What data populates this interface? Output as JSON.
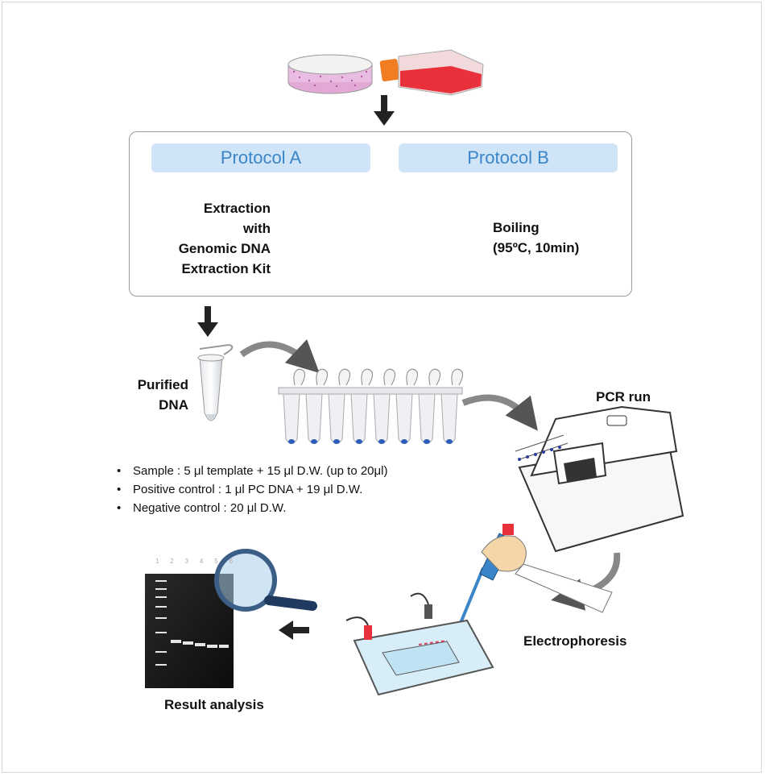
{
  "protocol_a": {
    "title": "Protocol A",
    "method_lines": [
      "Extraction",
      "with",
      "Genomic DNA",
      "Extraction Kit"
    ]
  },
  "protocol_b": {
    "title": "Protocol B",
    "method_lines": [
      "Boiling",
      "(95ºC, 10min)"
    ]
  },
  "purified_dna": [
    "Purified",
    "DNA"
  ],
  "pcr_label": "PCR run",
  "reaction_setup": [
    "Sample : 5 μl template + 15 μl D.W. (up to 20μl)",
    "Positive control : 1 μl PC DNA + 19 μl D.W.",
    "Negative control : 20 μl D.W."
  ],
  "electrophoresis_label": "Electrophoresis",
  "result_label": "Result analysis",
  "gel_lane_numbers": [
    "1",
    "2",
    "3",
    "4",
    "5",
    "6"
  ],
  "colors": {
    "header_bg": "#cfe4f6",
    "header_text": "#3a86c8",
    "culture_red": "#e8313a",
    "dish_pink": "#d98ac4",
    "tube_yellow": "#e8b52a"
  }
}
